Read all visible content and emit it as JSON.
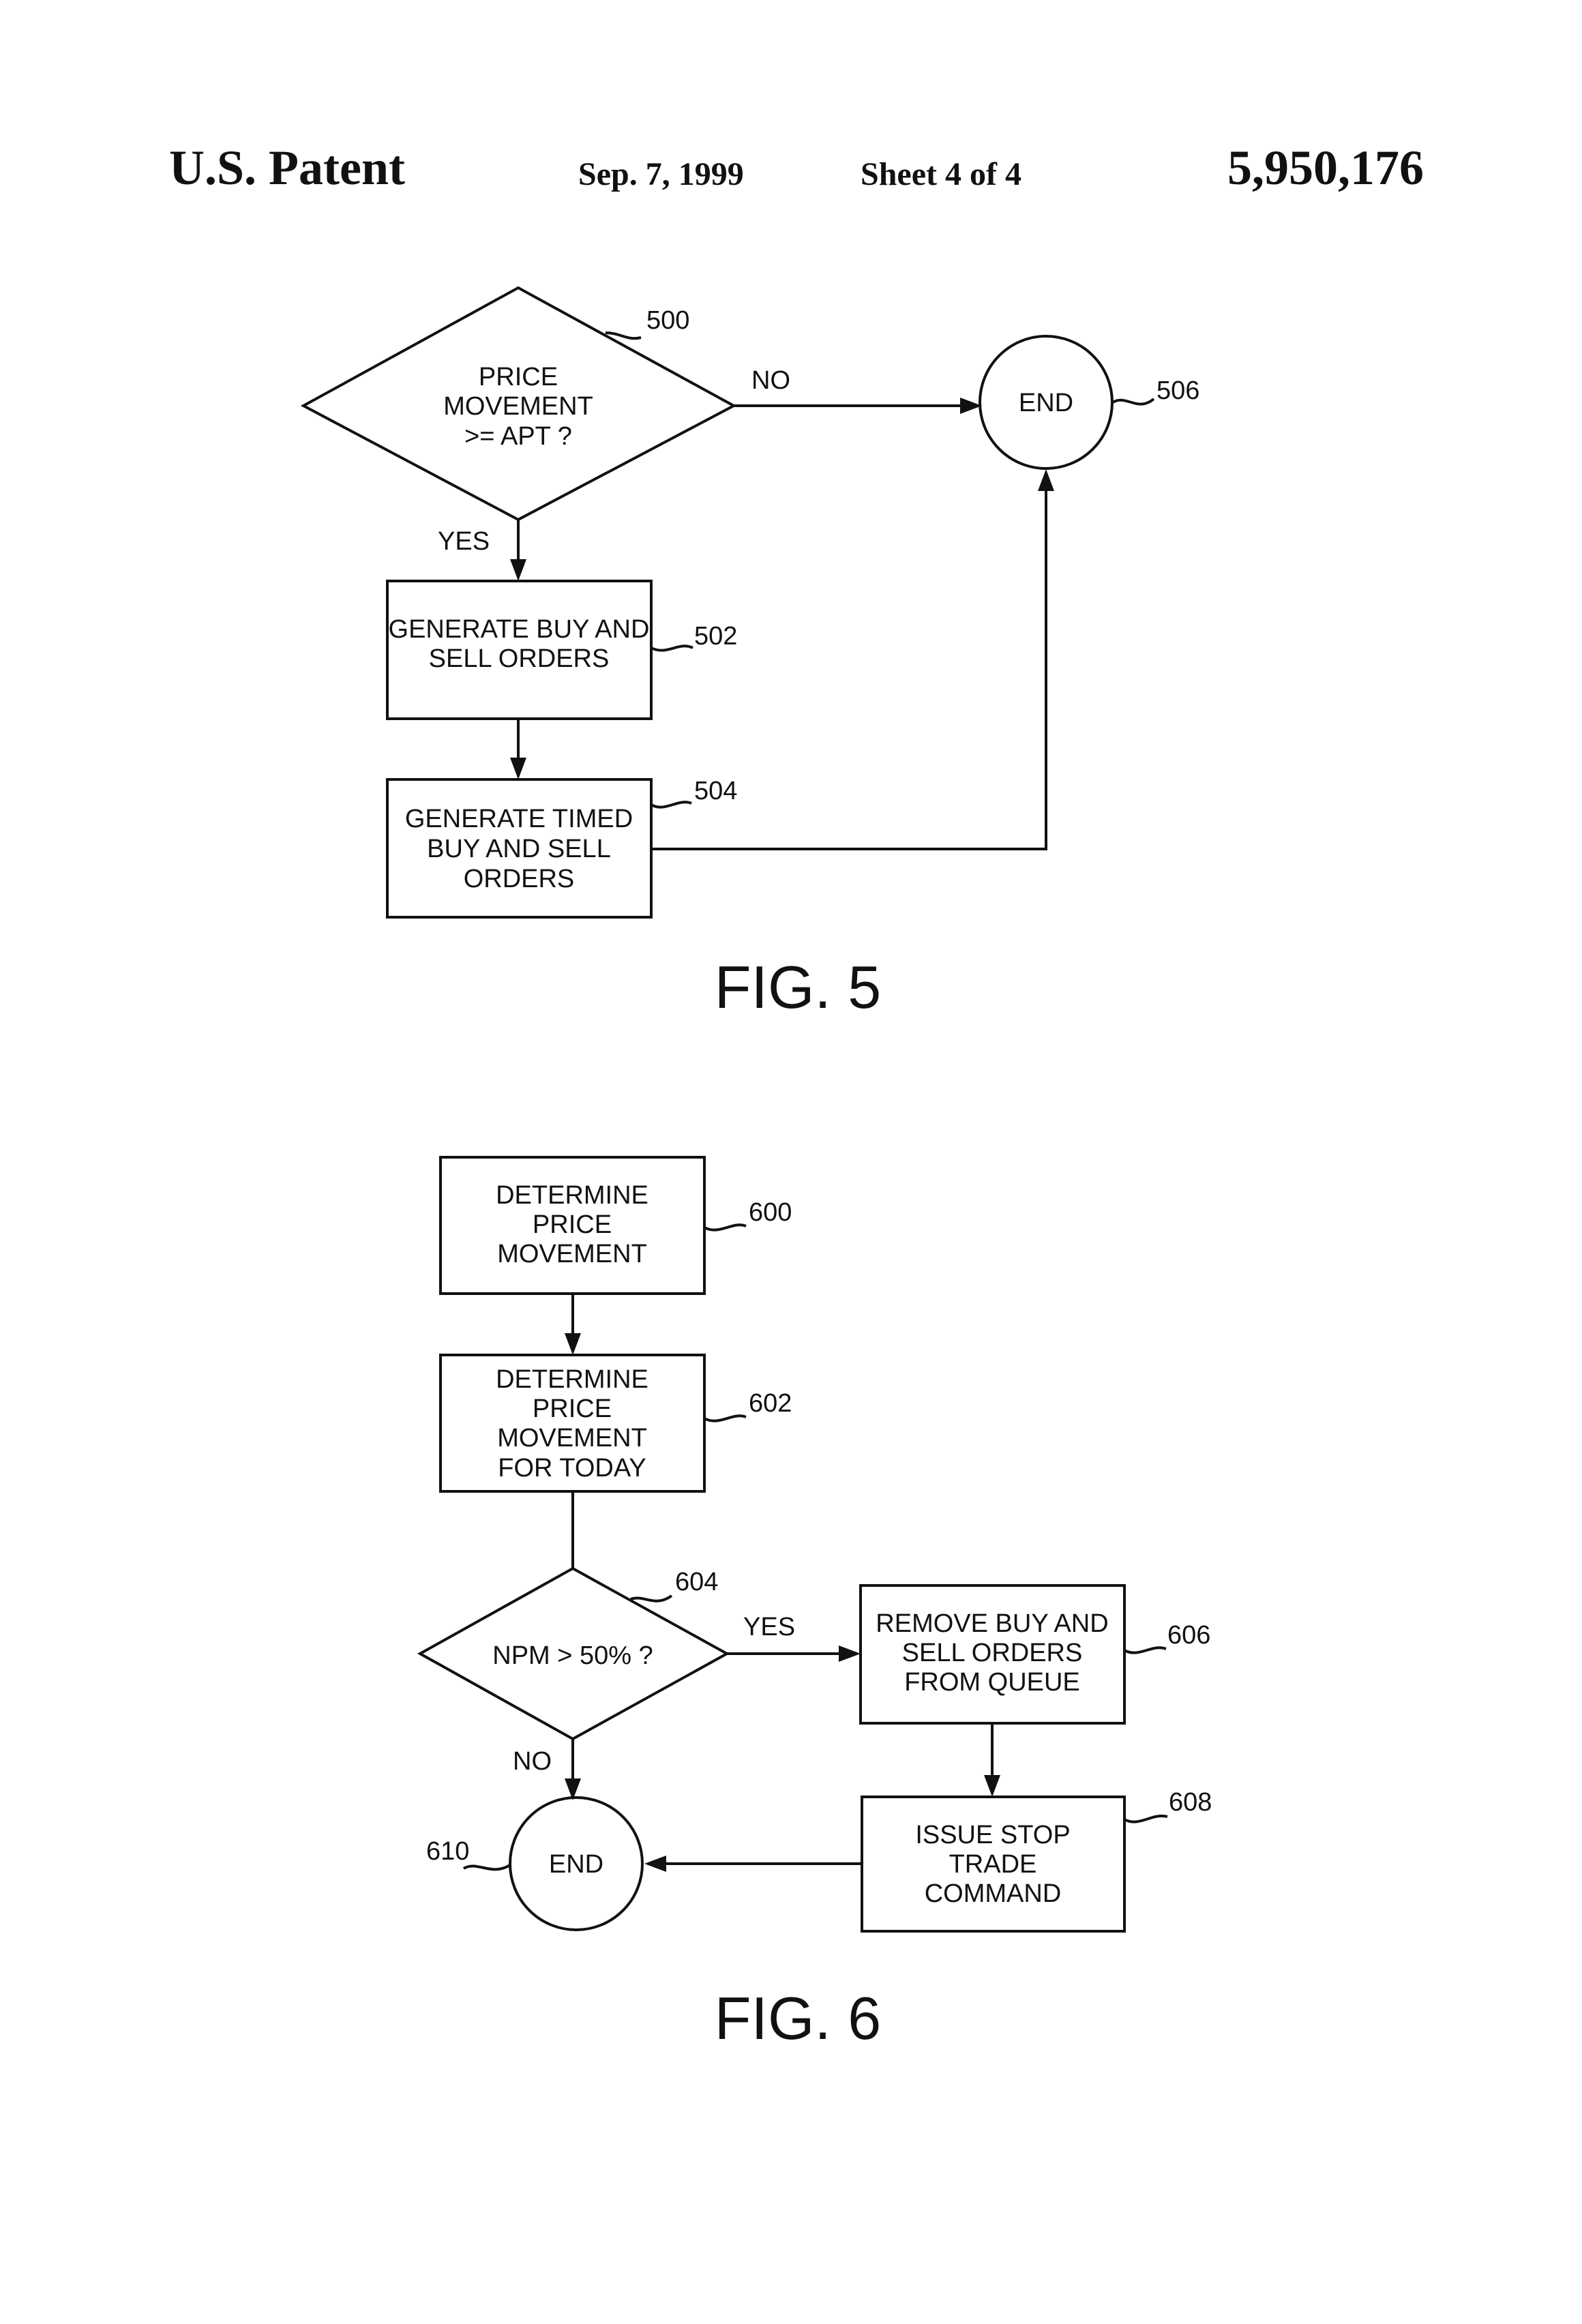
{
  "header": {
    "title": "U.S. Patent",
    "date": "Sep. 7, 1999",
    "sheet": "Sheet 4 of 4",
    "number": "5,950,176"
  },
  "fig5": {
    "caption": "FIG. 5",
    "decision_500": {
      "lines": [
        "PRICE",
        "MOVEMENT",
        ">= APT ?"
      ],
      "ref": "500"
    },
    "label_no": "NO",
    "label_yes": "YES",
    "end_506": {
      "text": "END",
      "ref": "506"
    },
    "box_502": {
      "lines": [
        "GENERATE BUY AND",
        "SELL ORDERS"
      ],
      "ref": "502"
    },
    "box_504": {
      "lines": [
        "GENERATE TIMED",
        "BUY AND SELL",
        "ORDERS"
      ],
      "ref": "504"
    }
  },
  "fig6": {
    "caption": "FIG. 6",
    "box_600": {
      "lines": [
        "DETERMINE",
        "PRICE",
        "MOVEMENT"
      ],
      "ref": "600"
    },
    "box_602": {
      "lines": [
        "DETERMINE",
        "PRICE",
        "MOVEMENT",
        "FOR TODAY"
      ],
      "ref": "602"
    },
    "decision_604": {
      "lines": [
        "NPM > 50% ?"
      ],
      "ref": "604"
    },
    "label_yes": "YES",
    "label_no": "NO",
    "box_606": {
      "lines": [
        "REMOVE BUY AND",
        "SELL ORDERS",
        "FROM QUEUE"
      ],
      "ref": "606"
    },
    "box_608": {
      "lines": [
        "ISSUE STOP",
        "TRADE",
        "COMMAND"
      ],
      "ref": "608"
    },
    "end_610": {
      "text": "END",
      "ref": "610"
    }
  }
}
